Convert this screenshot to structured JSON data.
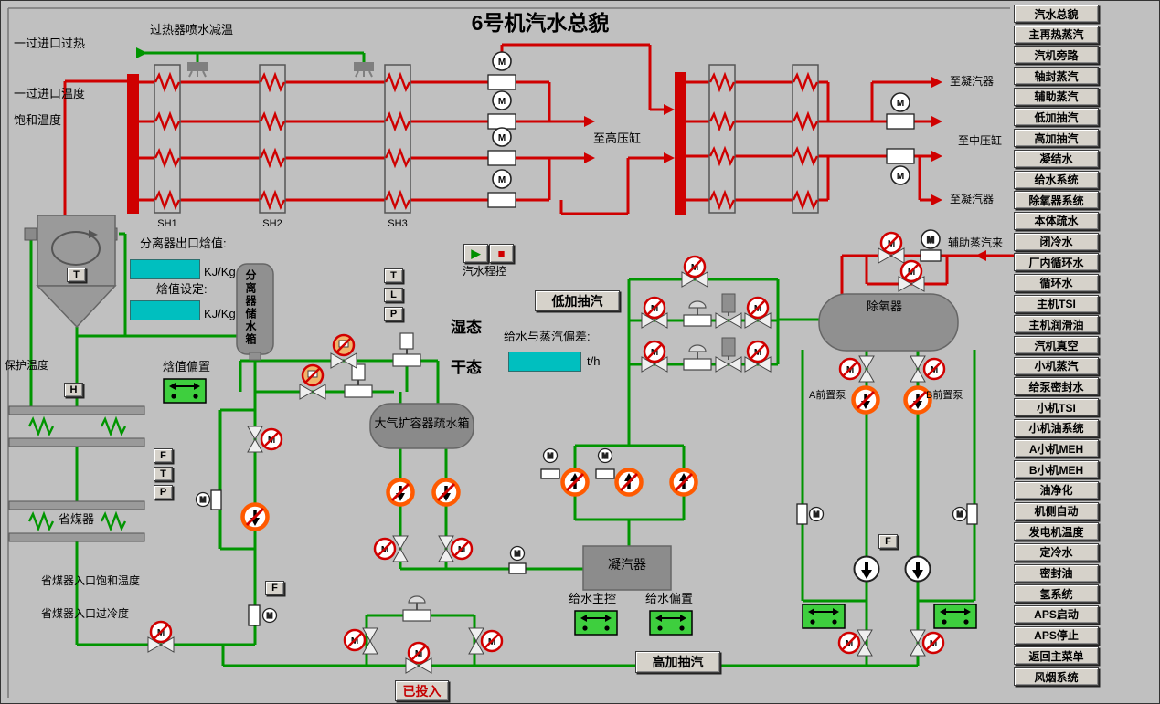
{
  "title": "6号机汽水总貌",
  "symbols": {
    "motor_label": "M"
  },
  "icons": {
    "play": "▶",
    "stop": "■"
  },
  "labels": {
    "sh_inlet_superheat": "一过进口过热",
    "sh_inlet_temp": "一过进口温度",
    "saturation_temp": "饱和温度",
    "spray_desuperheat": "过热器喷水减温",
    "sh1": "SH1",
    "sh2": "SH2",
    "sh3": "SH3",
    "to_hp_cylinder": "至高压缸",
    "to_condenser": "至凝汽器",
    "to_ip_cylinder": "至中压缸",
    "aux_steam_in": "辅助蒸汽来",
    "separator_outlet_enthalpy": "分离器出口焓值:",
    "enthalpy_setpoint": "焓值设定:",
    "kj_kg": "KJ/Kg",
    "separator_tank": "分离器储水箱",
    "protect_temp": "保护温度",
    "enthalpy_bias": "焓值偏置",
    "steam_water_seq": "汽水程控",
    "wet_state": "湿态",
    "dry_state": "干态",
    "fw_steam_deviation": "给水与蒸汽偏差:",
    "t_per_h": "t/h",
    "flash_tank": "大气扩容器疏水箱",
    "deaerator": "除氧器",
    "pump_a": "A前置泵",
    "pump_b": "B前置泵",
    "economizer": "省煤器",
    "eco_inlet_sat_temp": "省煤器入口饱和温度",
    "eco_inlet_subcool": "省煤器入口过冷度",
    "condenser": "凝汽器",
    "fw_master": "给水主控",
    "fw_bias": "给水偏置"
  },
  "buttons": {
    "low_extraction": "低加抽汽",
    "high_extraction": "高加抽汽",
    "engaged": "已投入",
    "t": "T",
    "l": "L",
    "p": "P",
    "h": "H",
    "f": "F"
  },
  "sidebar": {
    "items": [
      "汽水总貌",
      "主再热蒸汽",
      "汽机旁路",
      "轴封蒸汽",
      "辅助蒸汽",
      "低加抽汽",
      "高加抽汽",
      "凝结水",
      "给水系统",
      "除氧器系统",
      "本体疏水",
      "闭冷水",
      "厂内循环水",
      "循环水",
      "主机TSI",
      "主机润滑油",
      "汽机真空",
      "小机蒸汽",
      "给泵密封水",
      "小机TSI",
      "小机油系统",
      "A小机MEH",
      "B小机MEH",
      "油净化",
      "机侧自动",
      "发电机温度",
      "定冷水",
      "密封油",
      "氢系统",
      "APS启动",
      "APS停止",
      "返回主菜单",
      "风烟系统"
    ]
  },
  "colors": {
    "background": "#c0c0c0",
    "steam_pipe": "#cf0000",
    "water_pipe": "#009500",
    "value_box": "#00bfbf",
    "controller": "#3ecf3e",
    "pump_alarm_ring": "#ff5a00"
  }
}
